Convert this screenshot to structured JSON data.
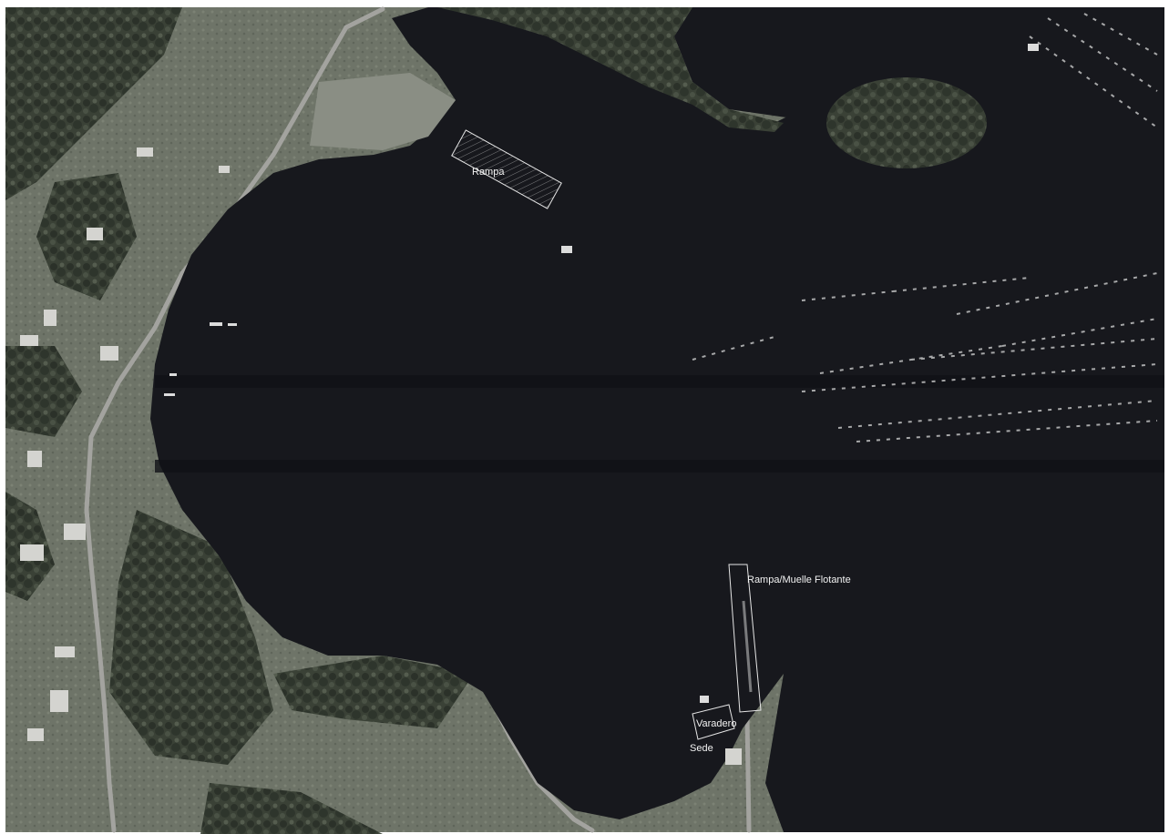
{
  "map": {
    "annotations": [
      {
        "id": "rampa",
        "label": "Rampa"
      },
      {
        "id": "rampa-muelle",
        "label": "Rampa/Muelle Flotante"
      },
      {
        "id": "varadero",
        "label": "Varadero"
      },
      {
        "id": "sede",
        "label": "Sede"
      }
    ],
    "colors": {
      "water": "#17181d",
      "land_vegetation": "#3e4538",
      "land_clearing": "#6d7266",
      "road": "#9c9c98",
      "outline": "#e6e6e6"
    }
  }
}
